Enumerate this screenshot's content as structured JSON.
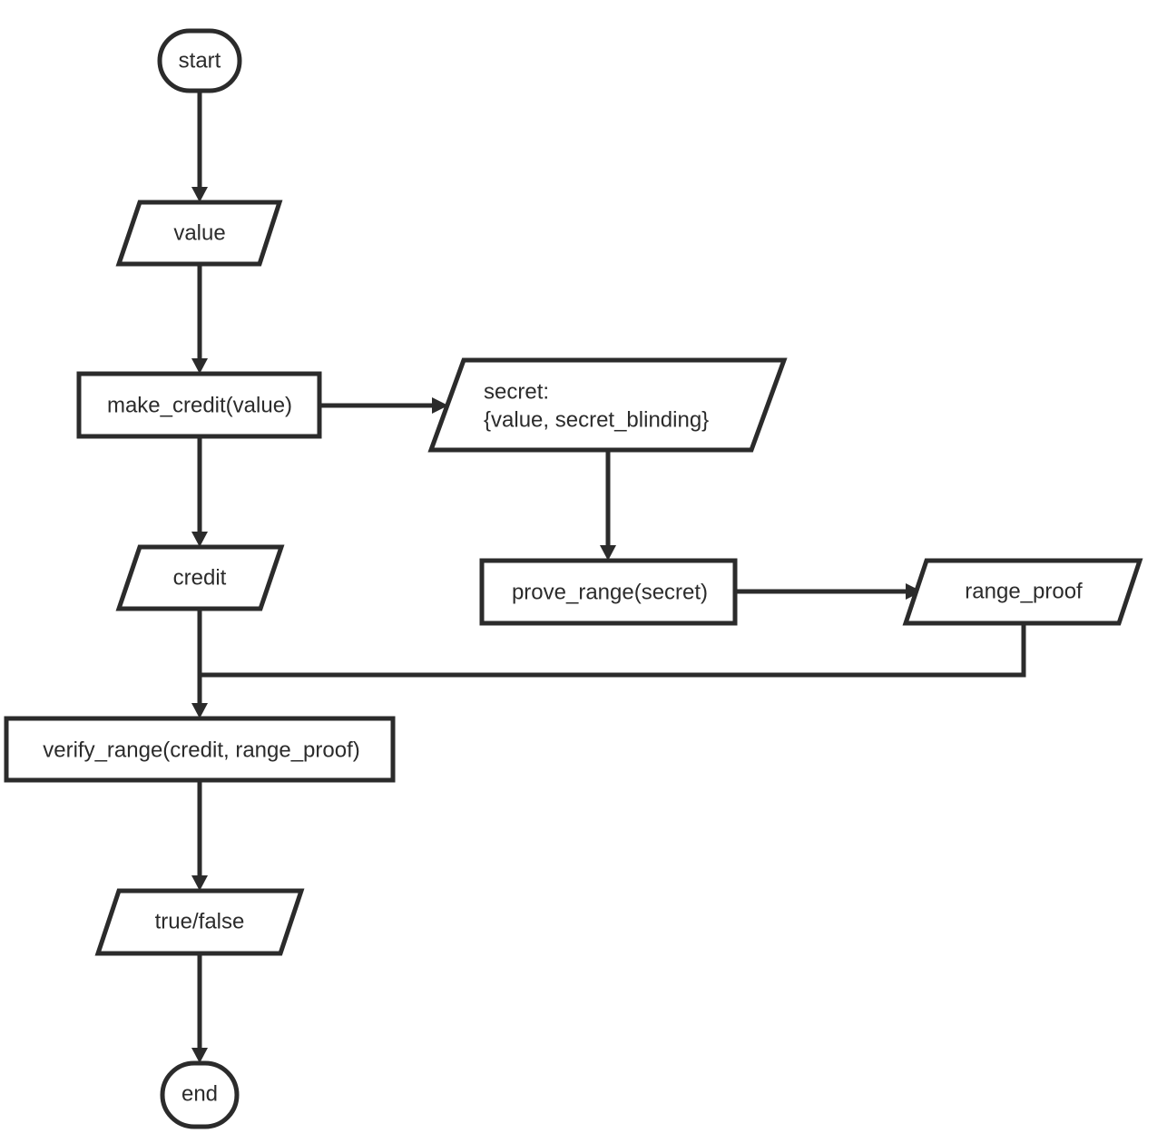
{
  "diagram": {
    "type": "flowchart",
    "colors": {
      "stroke": "#2b2b2b",
      "fill": "#ffffff",
      "text": "#2b2b2b"
    },
    "nodes": {
      "start": {
        "shape": "terminal",
        "label": "start"
      },
      "value": {
        "shape": "data",
        "label": "value"
      },
      "make_credit": {
        "shape": "process",
        "label": "make_credit(value)"
      },
      "secret": {
        "shape": "data",
        "label_line1": "secret:",
        "label_line2": "{value, secret_blinding}"
      },
      "credit": {
        "shape": "data",
        "label": "credit"
      },
      "prove_range": {
        "shape": "process",
        "label": "prove_range(secret)"
      },
      "range_proof": {
        "shape": "data",
        "label": "range_proof"
      },
      "verify_range": {
        "shape": "process",
        "label": "verify_range(credit, range_proof)"
      },
      "result": {
        "shape": "data",
        "label": "true/false"
      },
      "end": {
        "shape": "terminal",
        "label": "end"
      }
    },
    "edges": [
      {
        "from": "start",
        "to": "value"
      },
      {
        "from": "value",
        "to": "make_credit"
      },
      {
        "from": "make_credit",
        "to": "secret"
      },
      {
        "from": "make_credit",
        "to": "credit"
      },
      {
        "from": "secret",
        "to": "prove_range"
      },
      {
        "from": "prove_range",
        "to": "range_proof"
      },
      {
        "from": "credit",
        "to": "verify_range"
      },
      {
        "from": "range_proof",
        "to": "verify_range"
      },
      {
        "from": "verify_range",
        "to": "result"
      },
      {
        "from": "result",
        "to": "end"
      }
    ]
  }
}
